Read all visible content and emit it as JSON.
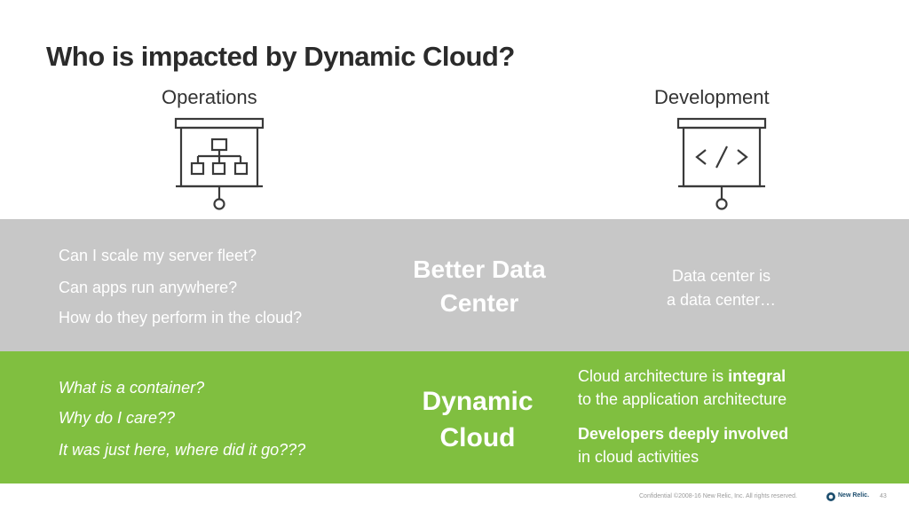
{
  "slide": {
    "title": "Who is impacted by Dynamic Cloud?",
    "operations_label": "Operations",
    "development_label": "Development",
    "gray_band": {
      "questions": [
        "Can I scale my server fleet?",
        "Can apps run anywhere?",
        "How do they perform in the cloud?"
      ],
      "center_line1": "Better Data",
      "center_line2": "Center",
      "right_line1": "Data center is",
      "right_line2": "a data center…"
    },
    "green_band": {
      "questions": [
        "What is a container?",
        "Why do I care??",
        "It was just here, where did it go???"
      ],
      "center_line1": "Dynamic",
      "center_line2": "Cloud",
      "right_a_prefix": "Cloud architecture is ",
      "right_a_bold": "integral",
      "right_a_line2": "to the application architecture",
      "right_b_bold": "Developers deeply involved",
      "right_b_line2": "in cloud activities"
    },
    "footer": {
      "confidential": "Confidential  ©2008-16 New Relic, Inc. All rights reserved.",
      "logo_text": "New Relic.",
      "page_number": "43"
    },
    "colors": {
      "gray_band": "#c7c7c7",
      "green_band": "#80bf40",
      "title": "#2b2b2b"
    },
    "icons": {
      "operations": "presentation-board-hierarchy-icon",
      "development": "presentation-board-code-icon"
    }
  }
}
